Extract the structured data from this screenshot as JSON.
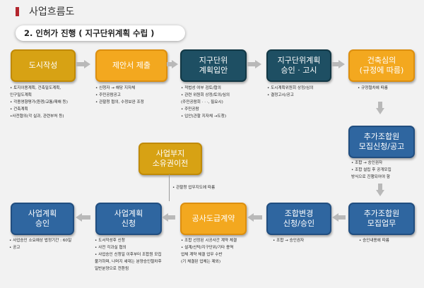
{
  "page": {
    "title": "사업흐름도",
    "subtitle": "2. 인허가 진행 ( 지구단위계획 수립 )"
  },
  "colors": {
    "gold": "#d7a214",
    "orange": "#f3a81f",
    "teal": "#1e4f63",
    "blue": "#2f66a0",
    "accent_red": "#b3262d"
  },
  "nodes": {
    "n1": "도시작성",
    "n2": "제안서 제출",
    "n3": "지구단위\n계획입안",
    "n4": "지구단위계획\n승인 · 고시",
    "n5": "건축심의\n(규정에 따름)",
    "n6": "추가조합원\n모집신청/공고",
    "n7": "사업부지\n소유권이전",
    "n8": "추가조합원\n모집업무",
    "n9": "조합변경\n신청/승인",
    "n10": "공사도급계약",
    "n11": "사업계획\n신청",
    "n12": "사업계획\n승인"
  },
  "notes": {
    "n1": [
      "• 토지이용계획, 건축밀도계획,",
      "  인구밀도계획",
      "• 각종영향평가(환경/교통/재해 등)",
      "• 건축계획",
      "•사전협의(각 실과, 관련부처 등)"
    ],
    "n2": [
      "• 신청자 → 해당 지자체",
      "• 주민공람공고",
      "• 관할청 협의, 수정보완 조정"
    ],
    "n3": [
      "• 적법성 여부 검토/협의",
      "• 관련 위원회 상정/토의/심의",
      "  (주민공람회 · · ·, 필요시)",
      "• 주민공람",
      "• 입안(관할 지자체 →도청)"
    ],
    "n4": [
      "• 도시계획위원회 상정/심의",
      "• 결정고시/공고"
    ],
    "n5": [
      "• 규정절차에 따름"
    ],
    "n6": [
      "• 조합 → 승인권자",
      "• 조합 설립 후 공개모집",
      "  방식으로 진행되어야 함"
    ],
    "n7": [
      "• 관할청 업무지도에 따름"
    ],
    "n8": [
      "• 승인내용에 따름"
    ],
    "n9": [
      "• 조합 → 승인권자"
    ],
    "n10": [
      "• 조합 선정된 시공사간 계약 체결",
      "• 설계/신탁/지구단위/기타 용역",
      "  업체 계약 체결 업무 수반",
      "  업체 계약 체결 업무 수반",
      "  (기 체결된 업체는 제외)"
    ],
    "n11": [
      "• 도서작성후 신청",
      "• 사전 각과실 협의",
      "• 사업승인 신청일 이후부터 조합원 모집",
      "  불가하며, 나머지 세대는 분양승인절차후",
      "  일반분양으로 전환됨"
    ],
    "n12": [
      "• 사업승인 소요예상 법정기간 : 60일",
      "• 공고"
    ]
  }
}
